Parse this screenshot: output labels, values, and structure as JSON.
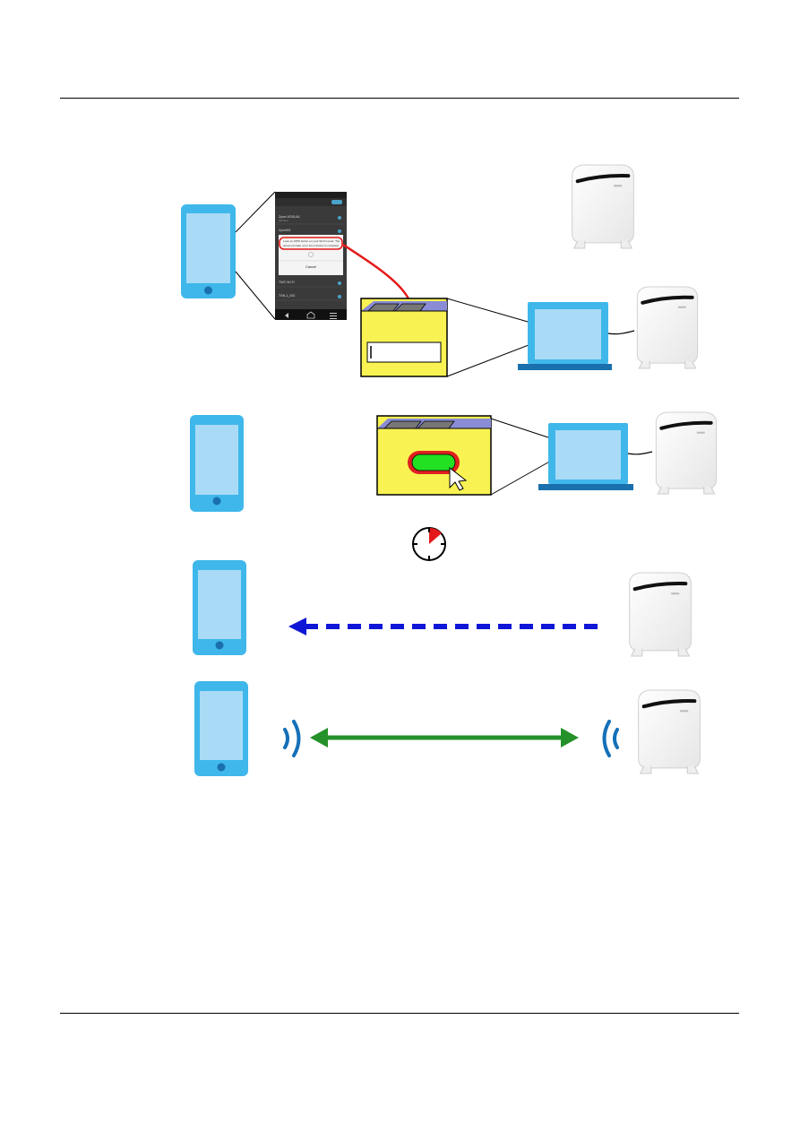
{
  "screenshot": {
    "networks": [
      {
        "ssid": "Zyxel-VDSL0A",
        "sub": "Secured"
      },
      {
        "ssid": "Zyxel4G",
        "sub": ""
      },
      {
        "ssid": "TWC Wi-Fi",
        "sub": ""
      },
      {
        "ssid": "TSN-1_002",
        "sub": ""
      }
    ],
    "dialog_text_1": "Look on WPS button on your Wi-Fi router. The",
    "dialog_text_2": "setup can take up to two minutes to complete.",
    "dialog_button": "Cancel"
  },
  "colors": {
    "device_blue": "#3fb7ea",
    "screen_fill": "#a9dbf6",
    "home_button": "#1a6fad",
    "window_yellow": "#f8f352",
    "window_tab": "#8a8cd6",
    "wps_button_green": "#22e022",
    "wps_button_ring": "#e02020",
    "red_arrow": "#e41a1a",
    "blue_dashed_arrow": "#0f16d6",
    "green_arrow": "#24912a",
    "wifi_waves": "#1470b8"
  },
  "icons": {
    "phone": "smartphone-icon",
    "laptop": "laptop-icon",
    "router": "router-icon",
    "timer": "timer-icon",
    "cursor": "mouse-pointer-icon"
  }
}
